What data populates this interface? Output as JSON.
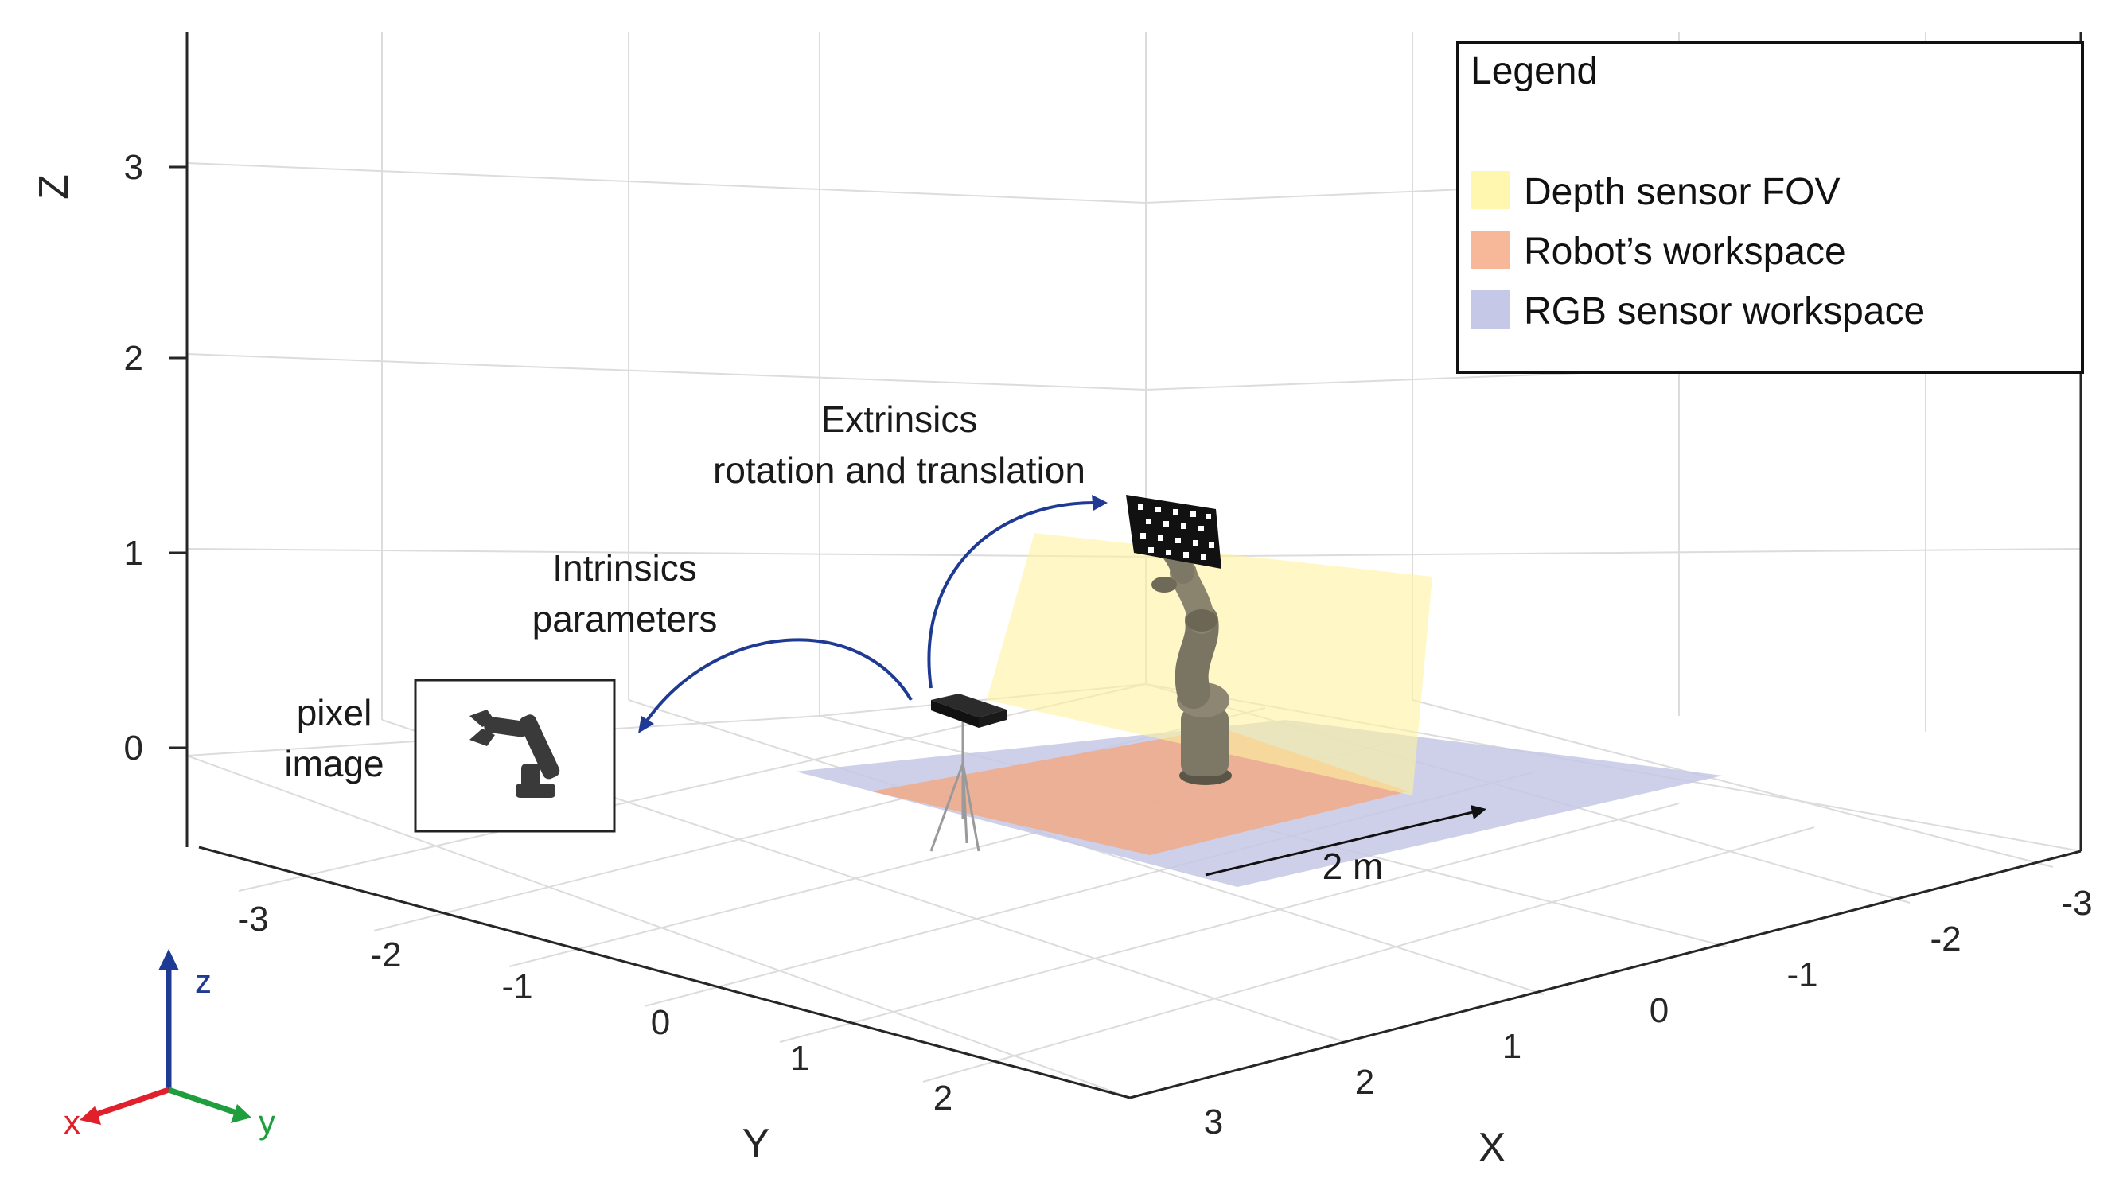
{
  "axes": {
    "z_name": "Z",
    "y_name": "Y",
    "x_name": "X",
    "z_ticks": [
      "0",
      "1",
      "2",
      "3"
    ],
    "y_ticks": [
      "-3",
      "-2",
      "-1",
      "0",
      "1",
      "2"
    ],
    "x_ticks": [
      "-3",
      "-2",
      "-1",
      "0",
      "1",
      "2",
      "3"
    ]
  },
  "legend": {
    "title": "Legend",
    "items": [
      {
        "label": "Depth sensor FOV",
        "color": "#fff6b0"
      },
      {
        "label": "Robot’s workspace",
        "color": "#f7b89a"
      },
      {
        "label": "RGB sensor workspace",
        "color": "#c5c8e6"
      }
    ]
  },
  "annotations": {
    "extrinsics_line1": "Extrinsics",
    "extrinsics_line2": "rotation and translation",
    "intrinsics_line1": "Intrinsics",
    "intrinsics_line2": "parameters",
    "pixel_line1": "pixel",
    "pixel_line2": "image",
    "scale_label": "2 m"
  },
  "triad": {
    "z_label": "z",
    "x_label": "x",
    "y_label": "y",
    "z_color": "#1f3a93",
    "x_color": "#e0202a",
    "y_color": "#1e9e3c"
  },
  "colors": {
    "arrow": "#1f3a93",
    "depth_fov": "#fff6b0",
    "robot_ws": "#f7b89a",
    "rgb_ws": "#c5c8e6",
    "grid": "#d9d9d9"
  }
}
